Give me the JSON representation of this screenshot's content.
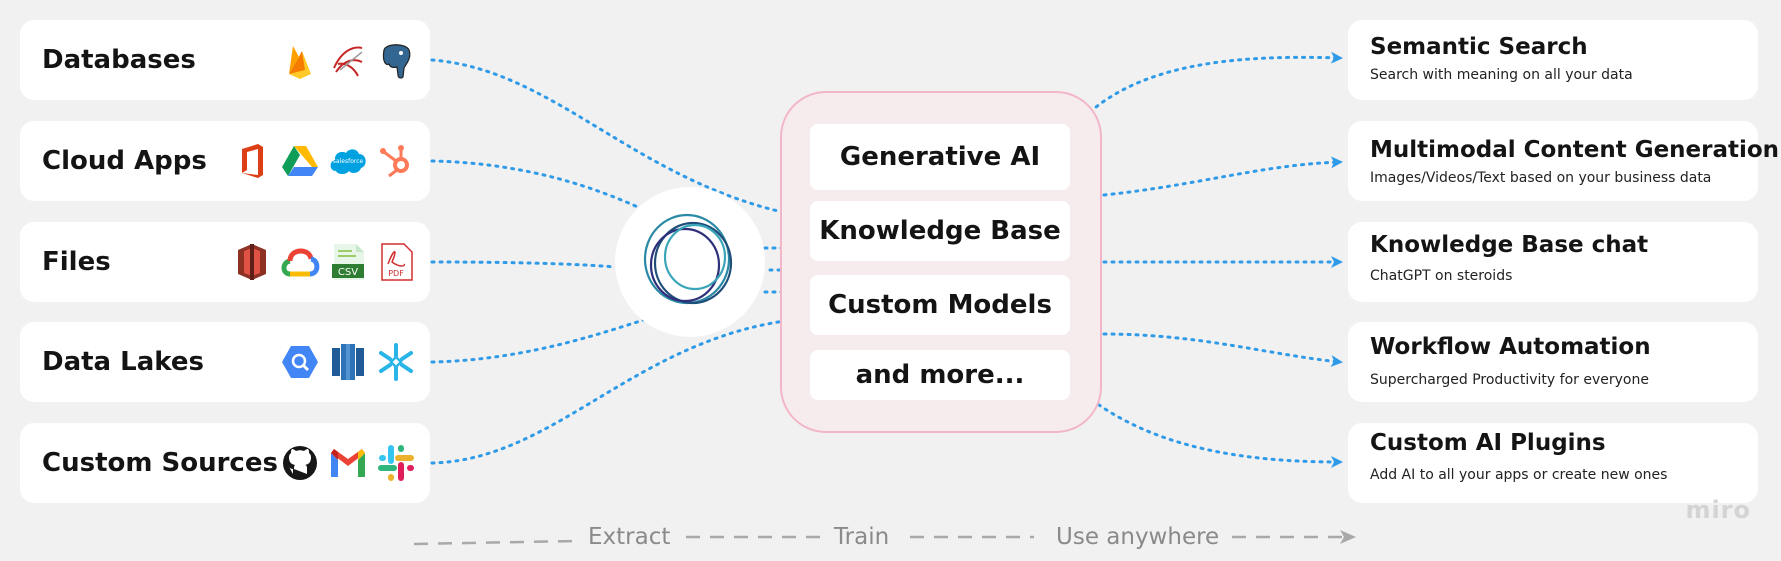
{
  "sources": [
    {
      "label": "Databases",
      "icons": [
        "firebase-icon",
        "sql-server-icon",
        "postgresql-icon"
      ]
    },
    {
      "label": "Cloud Apps",
      "icons": [
        "office-icon",
        "google-drive-icon",
        "salesforce-icon",
        "hubspot-icon"
      ]
    },
    {
      "label": "Files",
      "icons": [
        "aws-s3-icon",
        "google-cloud-icon",
        "csv-file-icon",
        "pdf-file-icon"
      ]
    },
    {
      "label": "Data Lakes",
      "icons": [
        "bigquery-icon",
        "redshift-icon",
        "snowflake-icon"
      ]
    },
    {
      "label": "Custom Sources",
      "icons": [
        "github-icon",
        "gmail-icon",
        "slack-icon"
      ]
    }
  ],
  "icon_text": {
    "salesforce": "salesforce",
    "csv": "CSV",
    "pdf": "PDF"
  },
  "center": {
    "hub_icon": "concentric-circles-logo-icon",
    "items": [
      "Generative AI",
      "Knowledge Base",
      "Custom Models",
      "and more..."
    ]
  },
  "outputs": [
    {
      "title": "Semantic Search",
      "subtitle": "Search with meaning on all your data"
    },
    {
      "title": "Multimodal Content Generation",
      "subtitle": "Images/Videos/Text based on your business data"
    },
    {
      "title": "Knowledge Base chat",
      "subtitle": "ChatGPT on steroids"
    },
    {
      "title": "Workflow Automation",
      "subtitle": "Supercharged Productivity for everyone"
    },
    {
      "title": "Custom AI Plugins",
      "subtitle": "Add AI to all your apps or create new ones"
    }
  ],
  "legend": {
    "extract": "Extract",
    "train": "Train",
    "use": "Use anywhere"
  },
  "watermark": "miro",
  "colors": {
    "connector": "#2f9be8",
    "center_border": "#f2b6c8",
    "legend": "#a9a9a9"
  }
}
